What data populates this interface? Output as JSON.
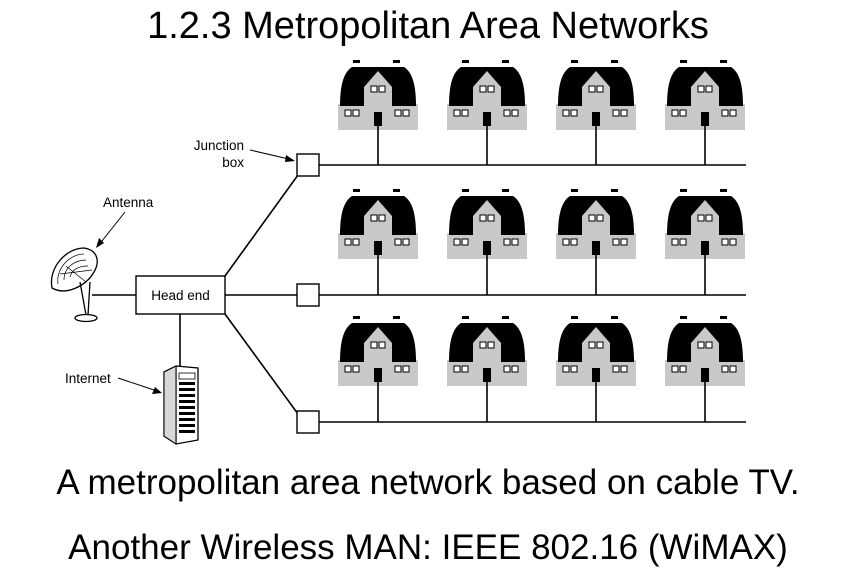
{
  "title": "1.2.3 Metropolitan Area Networks",
  "diagram": {
    "labels": {
      "junction_box_line1": "Junction",
      "junction_box_line2": "box",
      "antenna": "Antenna",
      "head_end": "Head end",
      "internet": "Internet"
    },
    "rows": 3,
    "houses_per_row": 4
  },
  "captions": {
    "line1": "A metropolitan area network based on cable TV.",
    "line2": "Another Wireless MAN:  IEEE 802.16 (WiMAX)"
  },
  "colors": {
    "roof": "#000000",
    "wall": "#c8c8c8",
    "line": "#000000"
  }
}
